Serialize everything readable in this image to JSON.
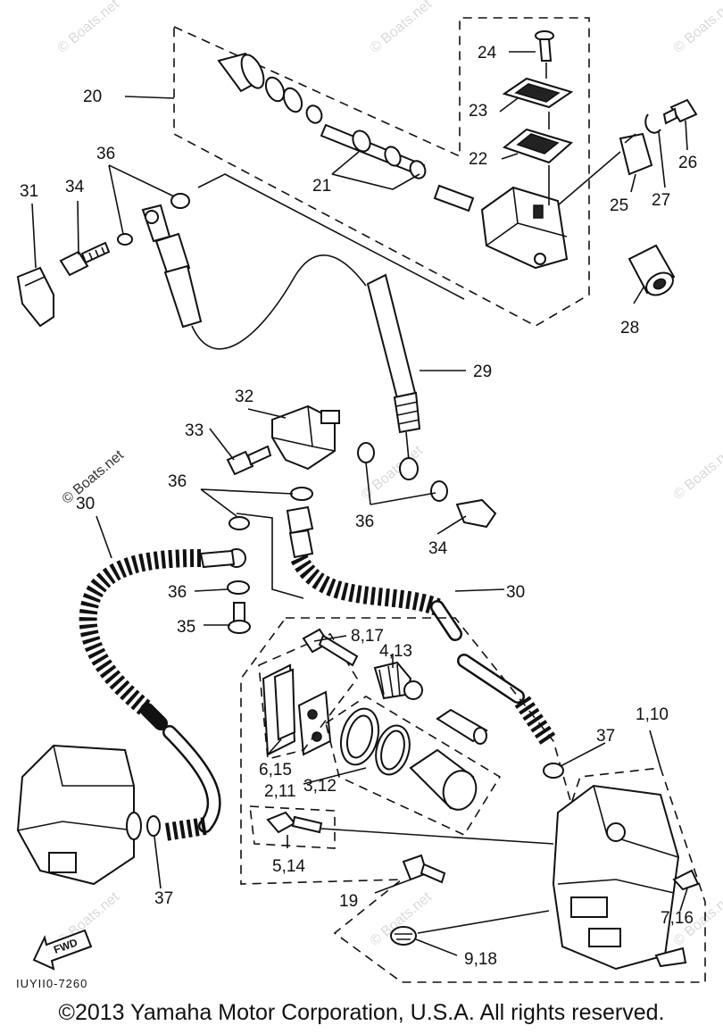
{
  "watermark": "© Boats.net",
  "drawing_code": "IUYII0-7260",
  "fwd_label": "FWD",
  "copyright": "©2013 Yamaha Motor Corporation, U.S.A. All rights reserved.",
  "callouts": {
    "c20": "20",
    "c21": "21",
    "c22": "22",
    "c23": "23",
    "c24": "24",
    "c25": "25",
    "c26": "26",
    "c27": "27",
    "c28": "28",
    "c29": "29",
    "c31": "31",
    "c34a": "34",
    "c36a": "36",
    "c32": "32",
    "c33": "33",
    "c36b": "36",
    "c36c": "36",
    "c34b": "34",
    "c30a": "30",
    "c36d": "36",
    "c35": "35",
    "c30b": "30",
    "c817": "8,17",
    "c413": "4,13",
    "c110": "1,10",
    "c37a": "37",
    "c615": "6,15",
    "c211": "2,11",
    "c312": "3,12",
    "c514": "5,14",
    "c19": "19",
    "c716": "7,16",
    "c918": "9,18",
    "c37b": "37"
  }
}
